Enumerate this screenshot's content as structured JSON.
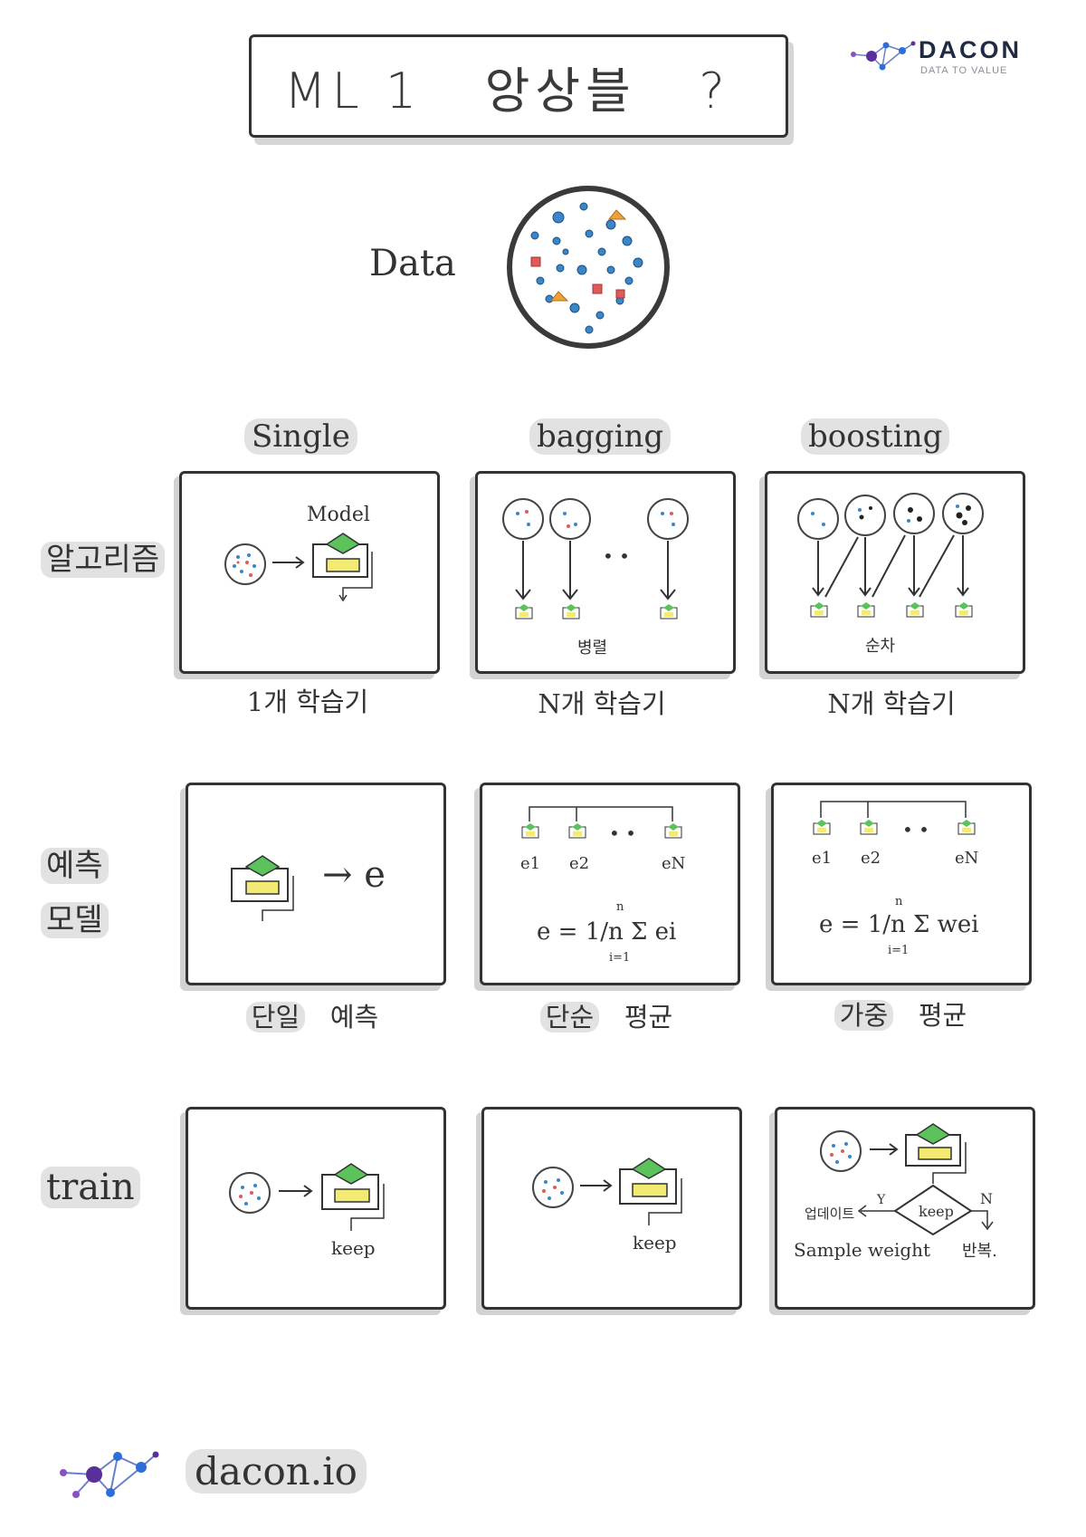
{
  "title": "ML 1   앙상블   ?",
  "logo": {
    "name": "DACON",
    "tagline": "DATA TO VALUE"
  },
  "data_label": "Data",
  "columns": [
    "Single",
    "bagging",
    "boosting"
  ],
  "rows": {
    "algorithm": "알고리즘",
    "prediction_line1": "예측",
    "prediction_line2": "모델",
    "train": "train"
  },
  "algorithm_panels": {
    "single_model_label": "Model",
    "bagging_note": "병렬",
    "boosting_note": "순차",
    "dots": "• •"
  },
  "algorithm_captions": [
    "1개 학습기",
    "N개 학습기",
    "N개 학습기"
  ],
  "prediction_panels": {
    "single_output": "→ e",
    "outputs": [
      "e1",
      "e2",
      "eN"
    ],
    "dots": "• •",
    "bagging_formula": "e = 1/n Σ ei",
    "boosting_formula": "e = 1/n Σ wei",
    "sum_top": "n",
    "sum_bottom": "i=1"
  },
  "prediction_captions": {
    "single": [
      "단일",
      "예측"
    ],
    "bagging": [
      "단순",
      "평균"
    ],
    "boosting": [
      "가중",
      "평균"
    ]
  },
  "train_panels": {
    "keep": "keep",
    "decision": "keep",
    "yes": "Y",
    "no": "N",
    "update_label": "업데이트",
    "sample_weight": "Sample weight",
    "repeat": "반복."
  },
  "footer": "dacon.io",
  "colors": {
    "ink": "#333333",
    "shadow": "#d2d2d2",
    "diamond": "#5cc35c",
    "box": "#f3ea73",
    "dot_blue": "#3a86c8",
    "dot_red": "#e05a5a",
    "dot_orange": "#f0a03a",
    "logo_purple": "#6b3fa0",
    "logo_blue": "#2d6fd6"
  }
}
